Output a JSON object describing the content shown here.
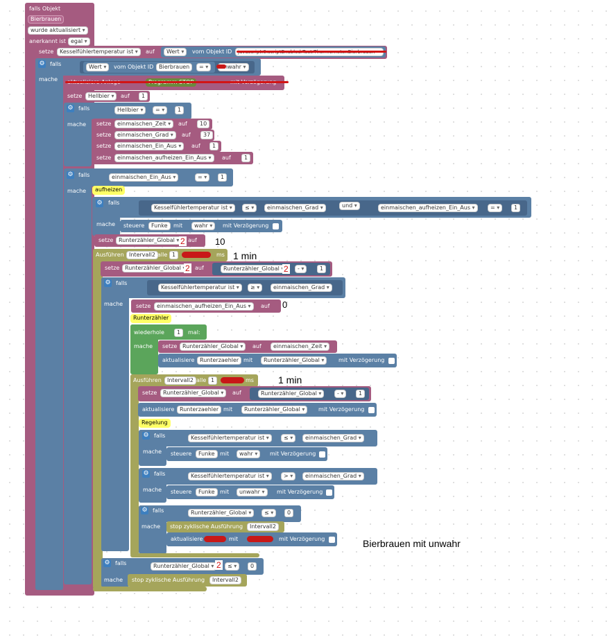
{
  "event": {
    "title": "falls Objekt",
    "object": "Bierbrauen",
    "trigger": "wurde aktualisiert",
    "ack_label": "anerkannt ist",
    "ack_value": "egal"
  },
  "kw": {
    "setze": "setze",
    "auf": "auf",
    "falls": "falls",
    "mache": "mache",
    "mit": "mit",
    "wert": "Wert",
    "vom_objekt_id": "vom Objekt ID",
    "delay": "mit Verzögerung",
    "und": "und",
    "steuere": "steuere",
    "aktualisiere": "aktualisiere",
    "ausfuehren": "Ausführen",
    "alle": "alle",
    "ms": "ms",
    "wiederhole": "wiederhole",
    "mal": "mal:",
    "stop": "stop zyklische Ausführung",
    "eq": "=",
    "le": "≤",
    "ge": "≥",
    "gt": ">",
    "minus": "-"
  },
  "vars": {
    "kessel": "Kesselfühlertemperatur ist",
    "bierbrauen": "Bierbrauen",
    "hellbier": "Hellbier",
    "zeit": "einmaischen_Zeit",
    "grad": "einmaischen_Grad",
    "einaus": "einmaischen_Ein_Aus",
    "aufheizen": "einmaischen_aufheizen_Ein_Aus",
    "runter": "Runterzähler_Global",
    "funke": "Funke",
    "runterzaehler": "Runterzaehler",
    "intervall": "Intervall2"
  },
  "values": {
    "wahr": "wahr",
    "unwahr": "unwahr",
    "one": "1",
    "zero": "0",
    "ten": "10",
    "thirtyseven": "37"
  },
  "functions": {
    "aufheizen": "aufheizen",
    "runterzaehler": "Runterzähler",
    "regelung": "Regelung"
  },
  "annotations": {
    "two": "2",
    "ten": "10",
    "one_min": "1 min",
    "zero": "0",
    "bottom_note": "Bierbrauen mit unwahr",
    "strike_text": "javascript.0.scriptEnabled.Test.Thermometer.Bierbrauen",
    "row2_text": "aktualisiere Anlage",
    "row2_prog": "Programm STOP",
    "row2_delay": "mit Verzögerung"
  }
}
